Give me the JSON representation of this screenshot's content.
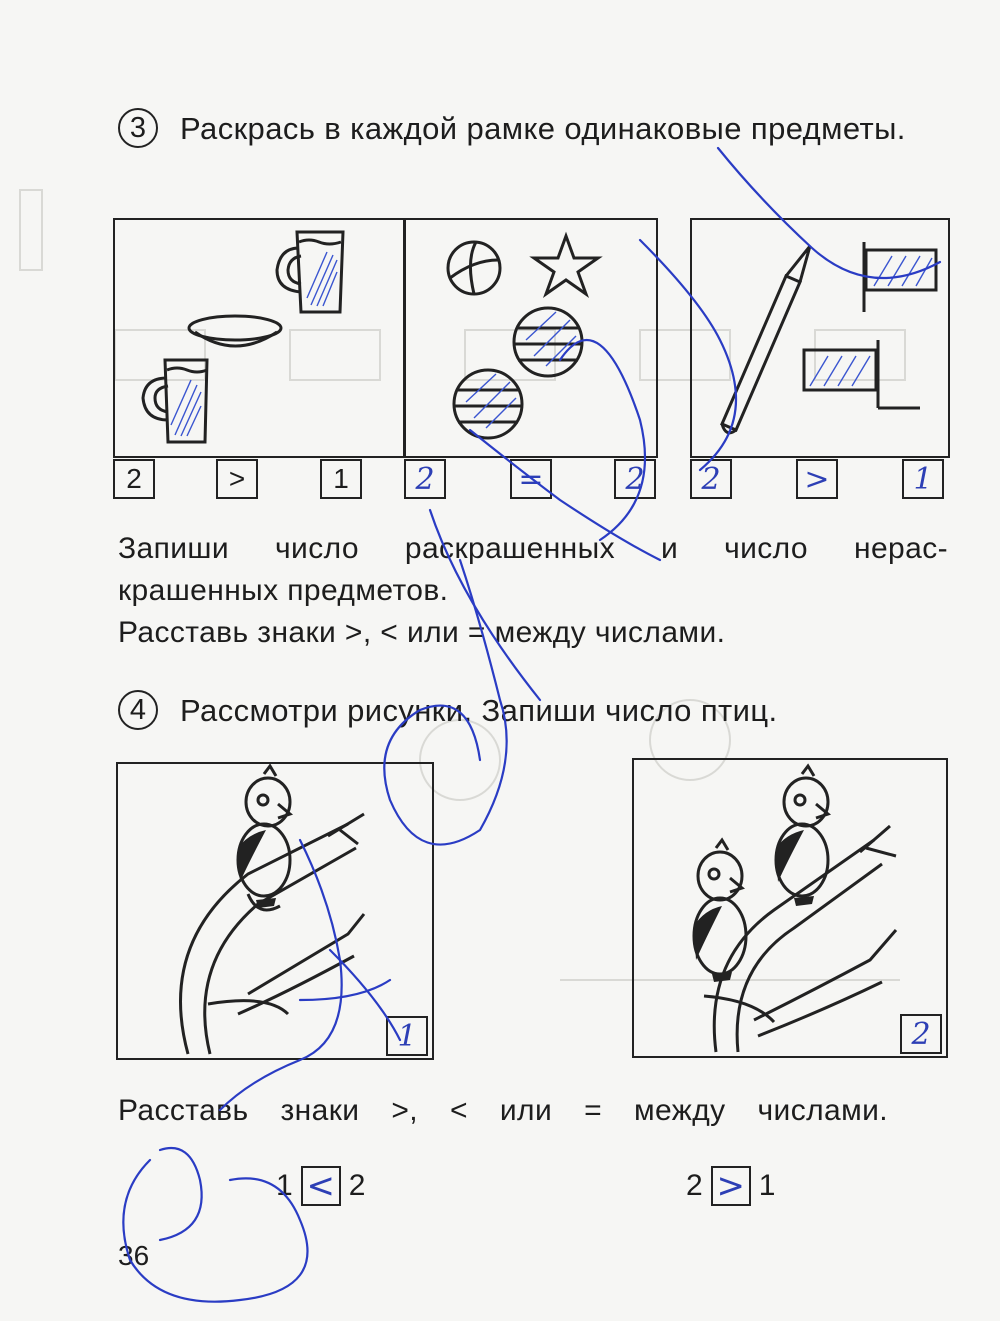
{
  "task3": {
    "number": "3",
    "instruction": "Раскрась в каждой рамке одинаковые предметы.",
    "frames": [
      {
        "answers": [
          "2",
          ">",
          "1"
        ]
      },
      {
        "answers": [
          "2",
          "=",
          "2"
        ]
      },
      {
        "answers": [
          "2",
          ">",
          "1"
        ]
      }
    ],
    "note_line1": "Запиши число раскрашенных и число нерас-",
    "note_line2": "крашенных предметов.",
    "note_line3": "Расставь знаки >, < или = между числами."
  },
  "task4": {
    "number": "4",
    "instruction": "Рассмотри рисунки. Запиши число птиц.",
    "pictures": [
      {
        "bird_count": "1"
      },
      {
        "bird_count": "2"
      }
    ],
    "prompt": "Расставь знаки >, < или = между числами.",
    "comparisons": [
      {
        "left": "1",
        "sign": "<",
        "right": "2"
      },
      {
        "left": "2",
        "sign": ">",
        "right": "1"
      }
    ]
  },
  "page_number": "36",
  "colors": {
    "ink": "#222222",
    "pen": "#2a3cc4",
    "paper": "#f6f6f4"
  }
}
